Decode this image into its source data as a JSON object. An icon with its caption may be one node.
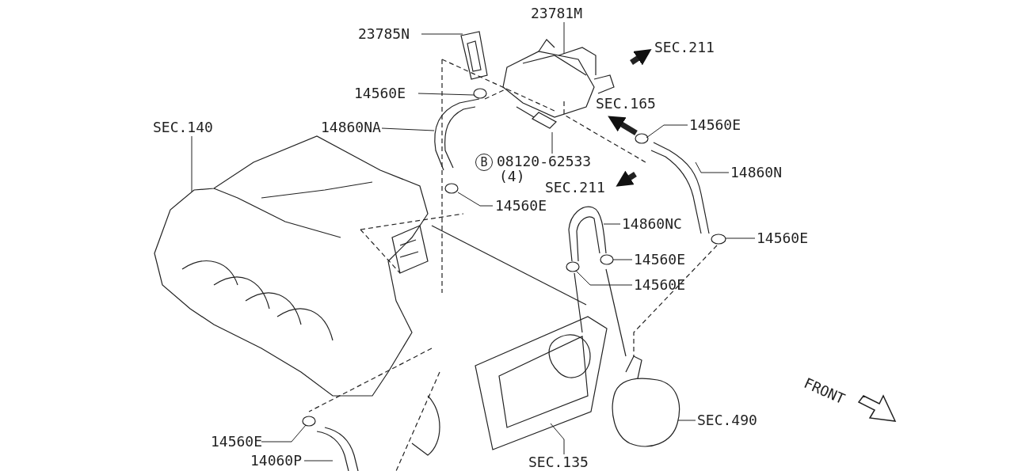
{
  "diagram": {
    "nodes": [
      {
        "text": [
          "23781M"
        ]
      },
      {
        "text": [
          "23785N"
        ]
      },
      {
        "text": [
          "SEC.211"
        ]
      },
      {
        "text": [
          "14560E"
        ]
      },
      {
        "text": [
          "SEC.165"
        ]
      },
      {
        "text": [
          "SEC.140"
        ]
      },
      {
        "text": [
          "14560E"
        ]
      },
      {
        "text": [
          "14860NA"
        ]
      },
      {
        "text": [
          "B",
          "08120-62533",
          "(4)"
        ]
      },
      {
        "text": [
          "14860N"
        ]
      },
      {
        "text": [
          "SEC.211"
        ]
      },
      {
        "text": [
          "14560E"
        ]
      },
      {
        "text": [
          "14860NC"
        ]
      },
      {
        "text": [
          "14560E"
        ]
      },
      {
        "text": [
          "14560E"
        ]
      },
      {
        "text": [
          "14560E"
        ]
      },
      {
        "text": [
          "14560E"
        ]
      },
      {
        "text": [
          "SEC.490"
        ]
      },
      {
        "text": [
          "14060P"
        ]
      },
      {
        "text": [
          "SEC.135"
        ]
      }
    ],
    "edges": [
      {
        "from": 0,
        "to": null,
        "arrow": "none"
      },
      {
        "from": 1,
        "to": null,
        "arrow": "none"
      },
      {
        "from": null,
        "to": 2,
        "arrow": "to",
        "style": "thick"
      },
      {
        "from": 3,
        "to": null,
        "arrow": "none"
      },
      {
        "from": null,
        "to": 4,
        "arrow": "to",
        "style": "thick"
      },
      {
        "from": 5,
        "to": null,
        "arrow": "none"
      },
      {
        "from": 6,
        "to": null,
        "arrow": "none"
      },
      {
        "from": 7,
        "to": null,
        "arrow": "none"
      },
      {
        "from": 8,
        "to": null,
        "arrow": "none"
      },
      {
        "from": 9,
        "to": null,
        "arrow": "none"
      },
      {
        "from": null,
        "to": 10,
        "arrow": "to",
        "style": "thick"
      },
      {
        "from": 11,
        "to": null,
        "arrow": "none"
      },
      {
        "from": 12,
        "to": null,
        "arrow": "none"
      },
      {
        "from": 13,
        "to": null,
        "arrow": "none"
      },
      {
        "from": 14,
        "to": null,
        "arrow": "none"
      },
      {
        "from": 15,
        "to": null,
        "arrow": "none"
      },
      {
        "from": 16,
        "to": null,
        "arrow": "none"
      },
      {
        "from": 17,
        "to": null,
        "arrow": "none"
      },
      {
        "from": 18,
        "to": null,
        "arrow": "none"
      },
      {
        "from": 19,
        "to": null,
        "arrow": "none"
      }
    ],
    "labels": [
      "FRONT"
    ]
  }
}
